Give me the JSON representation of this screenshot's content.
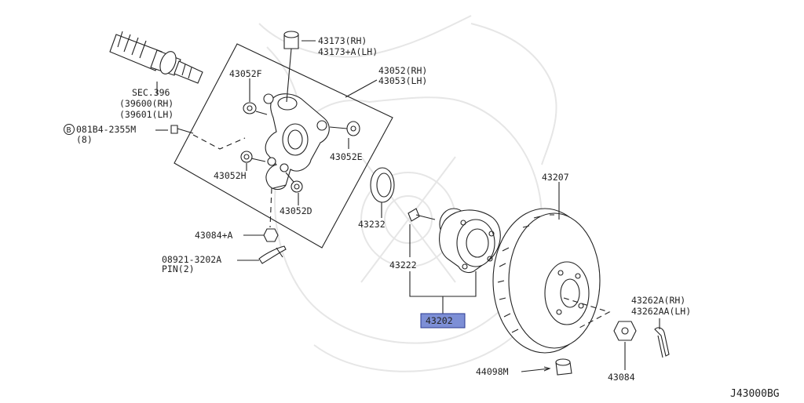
{
  "diagram_id": "J43000BG",
  "highlight_color": "#7d8fd6",
  "labels": {
    "l43173_rh": "43173(RH)",
    "l43173_lh": "43173+A(LH)",
    "l43052f": "43052F",
    "l43052_rh": "43052(RH)",
    "l43053_lh": "43053(LH)",
    "sec": "SEC.396",
    "l39600": "(39600(RH)",
    "l39601": "(39601(LH)",
    "bolt_circle": "B",
    "bolt_num": "081B4-2355M",
    "bolt_qty": "(8)",
    "l43052e": "43052E",
    "l43052h": "43052H",
    "l43052d": "43052D",
    "l43084a": "43084+A",
    "pin_num": "08921-3202A",
    "pin_desc": "PIN(2)",
    "l43232": "43232",
    "l43222": "43222",
    "l43202": "43202",
    "l43207": "43207",
    "l43262a_rh": "43262A(RH)",
    "l43262aa_lh": "43262AA(LH)",
    "l43084": "43084",
    "l44098m": "44098M"
  }
}
